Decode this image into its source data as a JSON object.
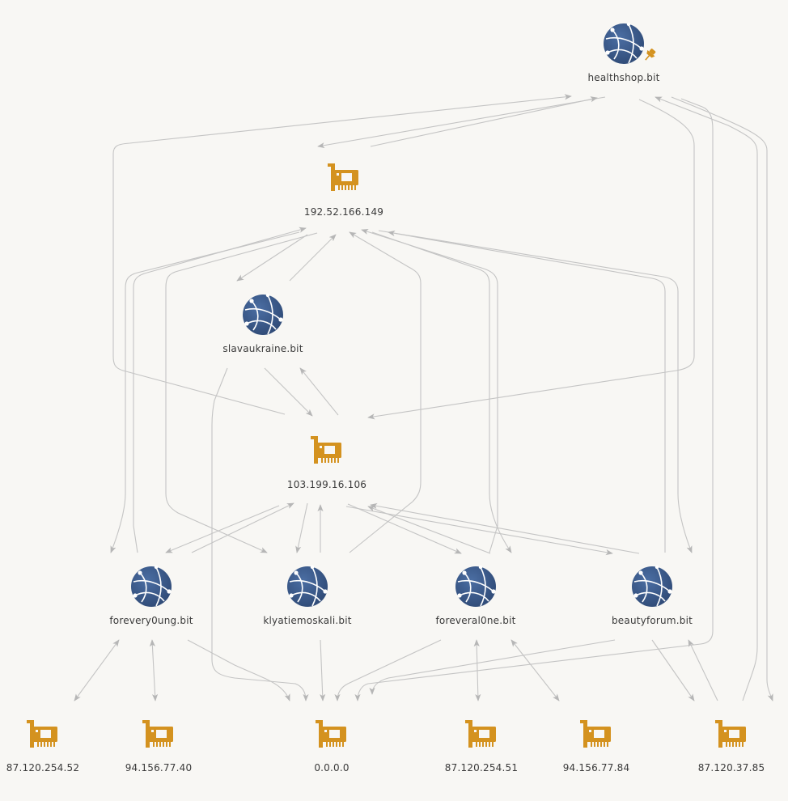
{
  "colors": {
    "domain": "#3b5a8c",
    "ip": "#d4921f",
    "pin": "#d4921f",
    "edge": "#c4c4c4",
    "label": "#3a3a3a",
    "background": "#f8f7f4"
  },
  "nodes": [
    {
      "id": "healthshop",
      "label": "healthshop.bit",
      "type": "domain",
      "icon": "globe-icon",
      "pinned": true
    },
    {
      "id": "ip149",
      "label": "192.52.166.149",
      "type": "ip",
      "icon": "network-card-icon"
    },
    {
      "id": "slava",
      "label": "slavaukraine.bit",
      "type": "domain",
      "icon": "globe-icon"
    },
    {
      "id": "ip106",
      "label": "103.199.16.106",
      "type": "ip",
      "icon": "network-card-icon"
    },
    {
      "id": "forevery",
      "label": "forevery0ung.bit",
      "type": "domain",
      "icon": "globe-icon"
    },
    {
      "id": "klyatie",
      "label": "klyatiemoskali.bit",
      "type": "domain",
      "icon": "globe-icon"
    },
    {
      "id": "foreveral",
      "label": "foreveral0ne.bit",
      "type": "domain",
      "icon": "globe-icon"
    },
    {
      "id": "beauty",
      "label": "beautyforum.bit",
      "type": "domain",
      "icon": "globe-icon"
    },
    {
      "id": "ip5452",
      "label": "87.120.254.52",
      "type": "ip",
      "icon": "network-card-icon"
    },
    {
      "id": "ip7740",
      "label": "94.156.77.40",
      "type": "ip",
      "icon": "network-card-icon"
    },
    {
      "id": "ip0000",
      "label": "0.0.0.0",
      "type": "ip",
      "icon": "network-card-icon"
    },
    {
      "id": "ip5451",
      "label": "87.120.254.51",
      "type": "ip",
      "icon": "network-card-icon"
    },
    {
      "id": "ip7784",
      "label": "94.156.77.84",
      "type": "ip",
      "icon": "network-card-icon"
    },
    {
      "id": "ip3785",
      "label": "87.120.37.85",
      "type": "ip",
      "icon": "network-card-icon"
    }
  ],
  "edges": [
    {
      "from": "healthshop",
      "to": "ip149"
    },
    {
      "from": "ip149",
      "to": "healthshop"
    },
    {
      "from": "ip149",
      "to": "slava"
    },
    {
      "from": "slava",
      "to": "ip149"
    },
    {
      "from": "slava",
      "to": "ip106"
    },
    {
      "from": "ip106",
      "to": "slava"
    },
    {
      "from": "healthshop",
      "to": "ip106"
    },
    {
      "from": "ip106",
      "to": "healthshop"
    },
    {
      "from": "ip149",
      "to": "forevery"
    },
    {
      "from": "forevery",
      "to": "ip149"
    },
    {
      "from": "ip149",
      "to": "klyatie"
    },
    {
      "from": "klyatie",
      "to": "ip149"
    },
    {
      "from": "ip149",
      "to": "foreveral"
    },
    {
      "from": "foreveral",
      "to": "ip149"
    },
    {
      "from": "ip149",
      "to": "beauty"
    },
    {
      "from": "beauty",
      "to": "ip149"
    },
    {
      "from": "ip106",
      "to": "forevery"
    },
    {
      "from": "forevery",
      "to": "ip106"
    },
    {
      "from": "ip106",
      "to": "klyatie"
    },
    {
      "from": "klyatie",
      "to": "ip106"
    },
    {
      "from": "ip106",
      "to": "foreveral"
    },
    {
      "from": "foreveral",
      "to": "ip106"
    },
    {
      "from": "ip106",
      "to": "beauty"
    },
    {
      "from": "beauty",
      "to": "ip106"
    },
    {
      "from": "forevery",
      "to": "ip5452",
      "bidirectional": true
    },
    {
      "from": "forevery",
      "to": "ip7740",
      "bidirectional": true
    },
    {
      "from": "forevery",
      "to": "ip0000"
    },
    {
      "from": "slava",
      "to": "ip0000"
    },
    {
      "from": "klyatie",
      "to": "ip0000"
    },
    {
      "from": "foreveral",
      "to": "ip0000"
    },
    {
      "from": "beauty",
      "to": "ip0000"
    },
    {
      "from": "healthshop",
      "to": "ip0000"
    },
    {
      "from": "foreveral",
      "to": "ip5451",
      "bidirectional": true
    },
    {
      "from": "foreveral",
      "to": "ip7784",
      "bidirectional": true
    },
    {
      "from": "beauty",
      "to": "ip3785"
    },
    {
      "from": "ip3785",
      "to": "beauty"
    },
    {
      "from": "healthshop",
      "to": "ip3785"
    },
    {
      "from": "ip3785",
      "to": "healthshop"
    }
  ]
}
